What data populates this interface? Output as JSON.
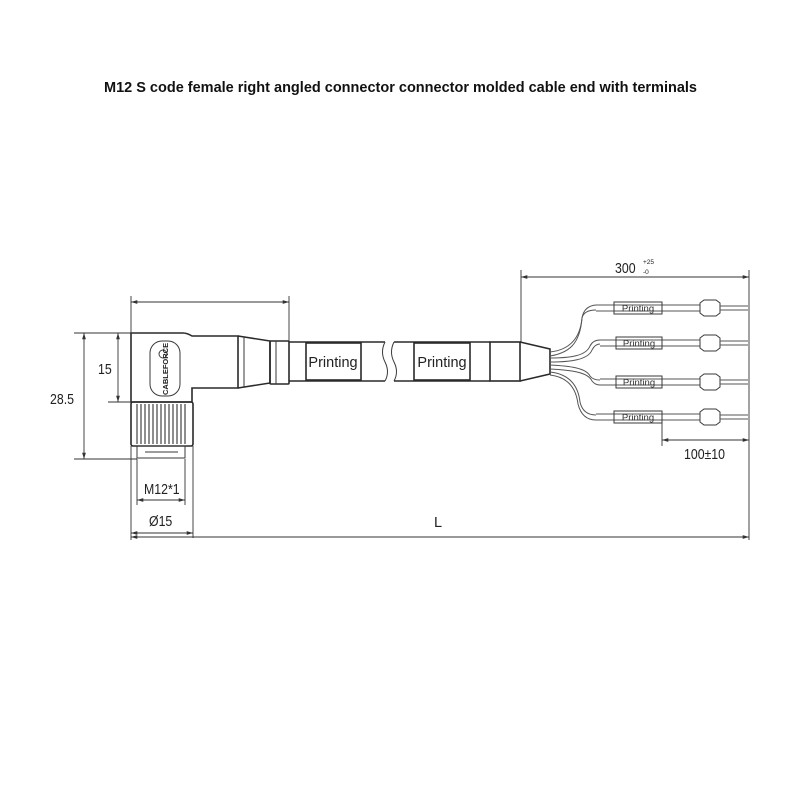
{
  "title": "M12 S code female right angled connector connector molded cable end with terminals",
  "brand": "CABLEFORCE",
  "cable_printing": [
    "Printing",
    "Printing"
  ],
  "conductor_printing": [
    "Printing",
    "Printing",
    "Printing",
    "Printing"
  ],
  "dimensions": {
    "height_total": "28.5",
    "height_upper": "15",
    "thread": "M12*1",
    "diameter": "Ø15",
    "length": "L",
    "strip_length": "300",
    "strip_tol_plus": "+25",
    "strip_tol_minus": "-0",
    "terminal_length": "100±10"
  }
}
